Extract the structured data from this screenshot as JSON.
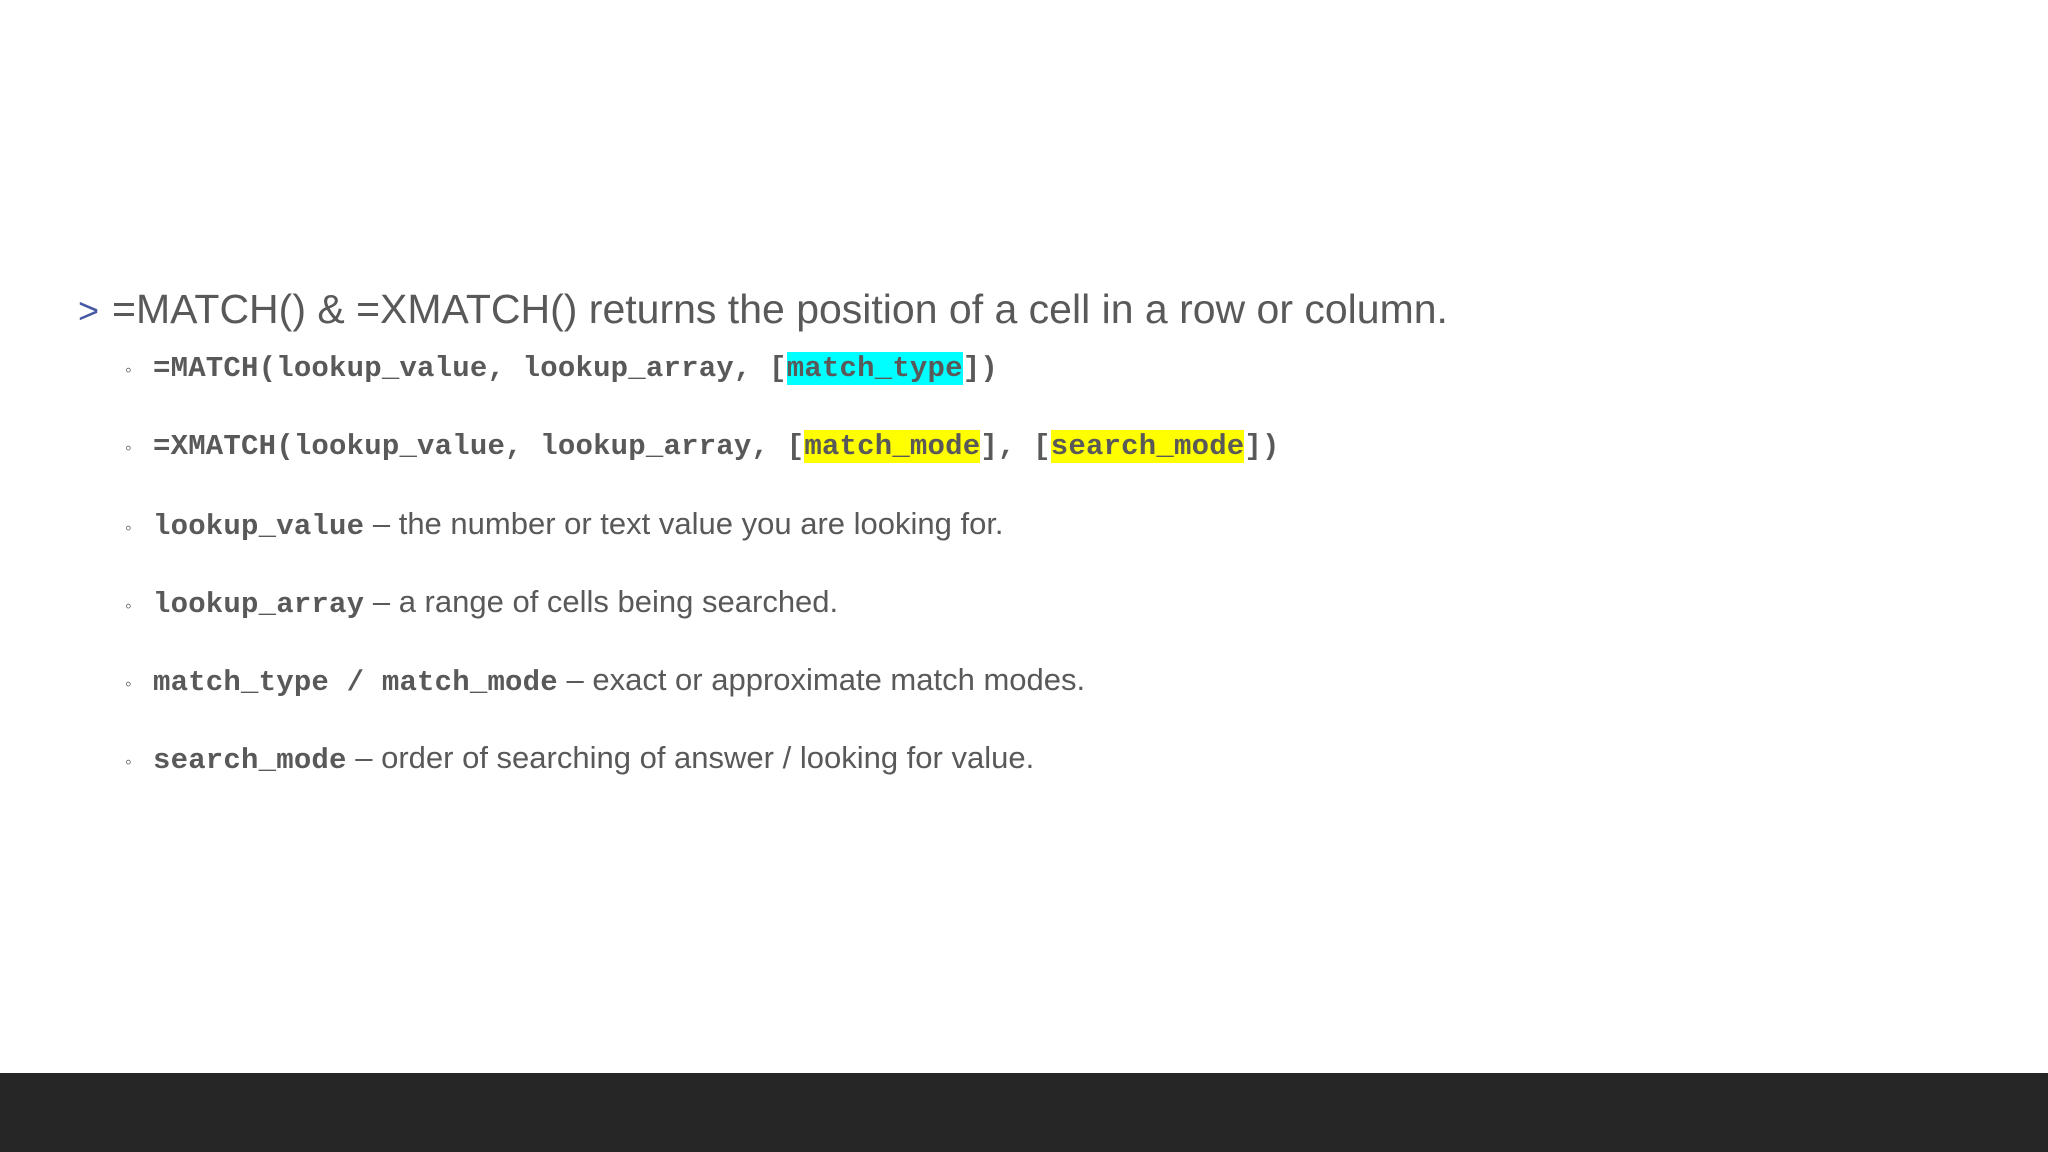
{
  "slide": {
    "background_color": "#FFFFFF",
    "text_color": "#595959",
    "accent_color": "#4758A4",
    "bottom_bar_color": "#262626"
  },
  "heading": {
    "marker": ">",
    "text": "=MATCH() & =XMATCH() returns the position of a cell in a row or column."
  },
  "bullet_marker": "◦",
  "bullets": [
    {
      "id": "match-signature",
      "parts": [
        {
          "text": "=MATCH(lookup_value, lookup_array, [",
          "style": "mono"
        },
        {
          "text": "match_type",
          "style": "mono",
          "highlight": "#00FFFF"
        },
        {
          "text": "])",
          "style": "mono"
        }
      ]
    },
    {
      "id": "xmatch-signature",
      "parts": [
        {
          "text": "=XMATCH(lookup_value, lookup_array, [",
          "style": "mono"
        },
        {
          "text": "match_mode",
          "style": "mono",
          "highlight": "#FFFF00"
        },
        {
          "text": "], [",
          "style": "mono"
        },
        {
          "text": "search_mode",
          "style": "mono",
          "highlight": "#FFFF00"
        },
        {
          "text": "])",
          "style": "mono"
        }
      ]
    },
    {
      "id": "lookup-value-desc",
      "parts": [
        {
          "text": "lookup_value",
          "style": "mono"
        },
        {
          "text": "  – the number or text value you are looking for.",
          "style": "prose"
        }
      ]
    },
    {
      "id": "lookup-array-desc",
      "parts": [
        {
          "text": "lookup_array",
          "style": "mono"
        },
        {
          "text": "  – a range of cells being searched.",
          "style": "prose"
        }
      ]
    },
    {
      "id": "match-type-mode-desc",
      "parts": [
        {
          "text": "match_type / match_mode",
          "style": "mono"
        },
        {
          "text": "  – exact or approximate match modes.",
          "style": "prose"
        }
      ]
    },
    {
      "id": "search-mode-desc",
      "parts": [
        {
          "text": "search_mode",
          "style": "mono"
        },
        {
          "text": "  – order of searching of answer / looking for value.",
          "style": "prose"
        }
      ]
    }
  ]
}
